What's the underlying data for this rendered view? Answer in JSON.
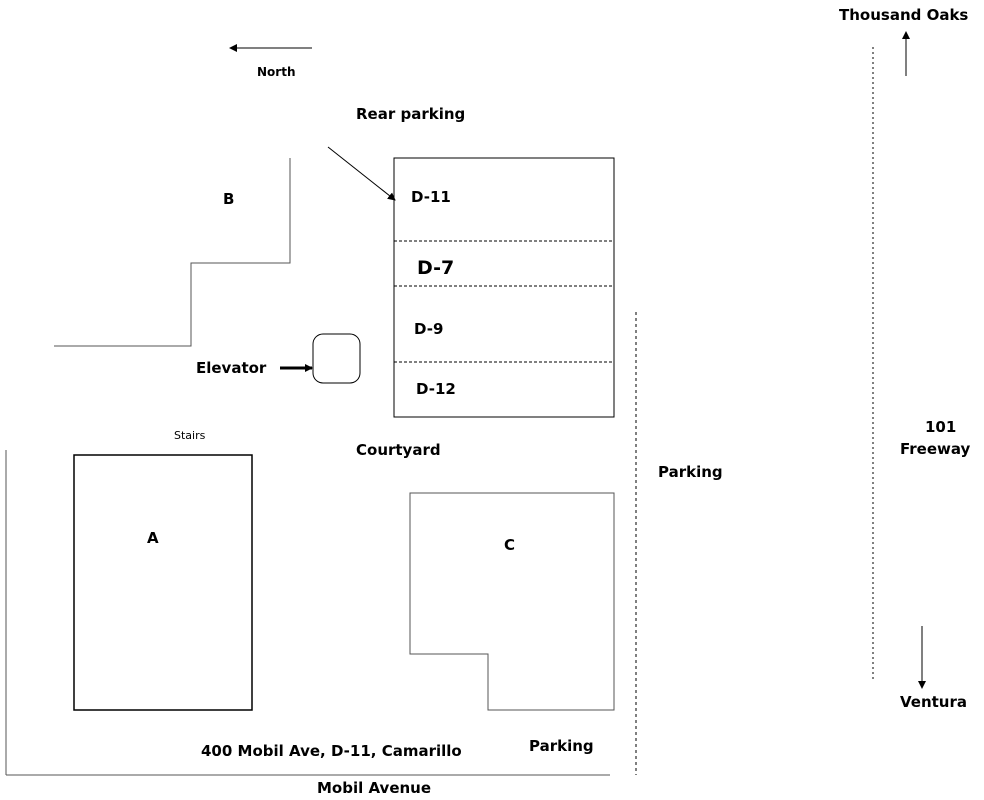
{
  "map": {
    "compass": {
      "label": "North"
    },
    "labels": {
      "rear_parking": "Rear parking",
      "building_b": "B",
      "elevator": "Elevator",
      "stairs": "Stairs",
      "courtyard": "Courtyard",
      "building_a": "A",
      "building_c": "C",
      "address": "400 Mobil Ave, D-11, Camarillo",
      "parking_bottom": "Parking",
      "parking_right": "Parking",
      "street": "Mobil Avenue",
      "thousand_oaks": "Thousand Oaks",
      "freeway_line1": "101",
      "freeway_line2": "Freeway",
      "ventura": "Ventura"
    },
    "building_d_units": [
      "D-11",
      "D-7",
      "D-9",
      "D-12"
    ]
  }
}
